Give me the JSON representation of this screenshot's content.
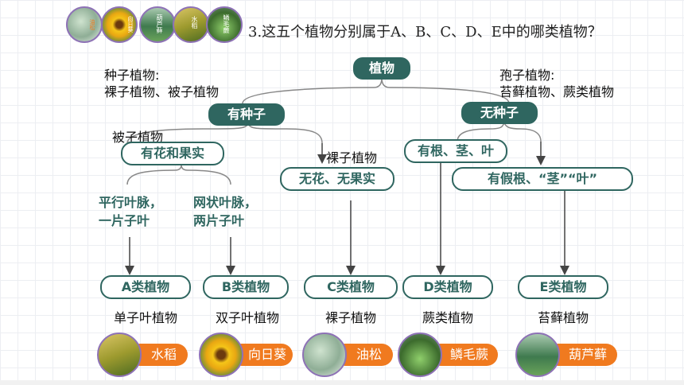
{
  "question": "3.这五个植物分别属于A、B、C、D、E中的哪类植物？",
  "root": "植物",
  "seed_group_note": [
    "种子植物:",
    "裸子植物、被子植物"
  ],
  "spore_group_note": [
    "孢子植物:",
    "苔藓植物、蕨类植物"
  ],
  "with_seed": "有种子",
  "without_seed": "无种子",
  "angiosperm_note": "被子植物",
  "gymnosperm_note": "裸子植物",
  "flower_fruit": "有花和果实",
  "no_flower_fruit": "无花、无果实",
  "root_stem_leaf": "有根、茎、叶",
  "false_root": "有假根、“茎”“叶”",
  "monocot_feature": [
    "平行叶脉，",
    "一片子叶"
  ],
  "dicot_feature": [
    "网状叶脉，",
    "两片子叶"
  ],
  "classes": [
    {
      "label": "A类植物",
      "name": "单子叶植物"
    },
    {
      "label": "B类植物",
      "name": "双子叶植物"
    },
    {
      "label": "C类植物",
      "name": "裸子植物"
    },
    {
      "label": "D类植物",
      "name": "蕨类植物"
    },
    {
      "label": "E类植物",
      "name": "苔藓植物"
    }
  ],
  "plants": [
    {
      "name": "水稻",
      "tag": "水稻",
      "icon": "rice-icon"
    },
    {
      "name": "向日葵",
      "tag": "向日葵",
      "icon": "sunflower-icon"
    },
    {
      "name": "油松",
      "tag": "油松",
      "icon": "pine-icon"
    },
    {
      "name": "鳞毛蕨",
      "tag": "鳞毛蕨",
      "icon": "fern-icon"
    },
    {
      "name": "葫芦藓",
      "tag": "葫芦藓",
      "icon": "moss-icon"
    }
  ],
  "top_thumbs": [
    {
      "tag": "油松"
    },
    {
      "tag": "向日葵"
    },
    {
      "tag": "葫芦藓"
    },
    {
      "tag": "水稻"
    },
    {
      "tag": "鳞毛蕨"
    }
  ],
  "colors": {
    "primary": "#2f6660",
    "accent": "#f07a1f",
    "thumb_border": "#8e72b6"
  }
}
